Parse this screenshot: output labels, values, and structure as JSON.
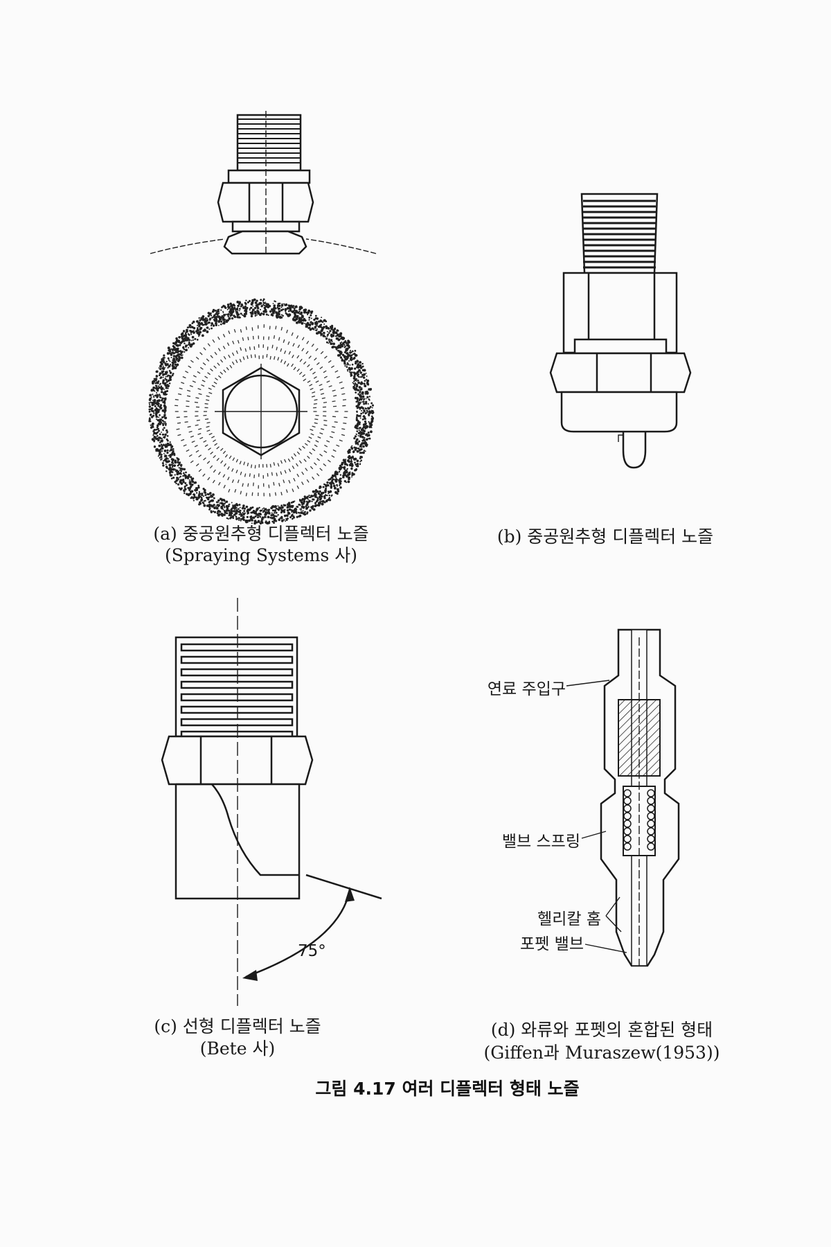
{
  "figures": {
    "a": {
      "caption": "(a) 중공원추형 디플렉터 노즐",
      "source": "(Spraying Systems 사)"
    },
    "b": {
      "caption": "(b) 중공원추형 디플렉터 노즐"
    },
    "c": {
      "caption": "(c) 선형 디플렉터 노즐",
      "source": "(Bete 사)",
      "angle_label": "75°"
    },
    "d": {
      "caption": "(d) 와류와 포펫의 혼합된 형태",
      "source": "(Giffen과 Muraszew(1953))",
      "labels": {
        "fuel_inlet": "연료 주입구",
        "valve_spring": "밸브 스프링",
        "helical_groove": "헬리칼 홈",
        "poppet_valve": "포펫 밸브"
      }
    }
  },
  "figure_title": "그림 4.17  여러 디플렉터 형태 노즐"
}
